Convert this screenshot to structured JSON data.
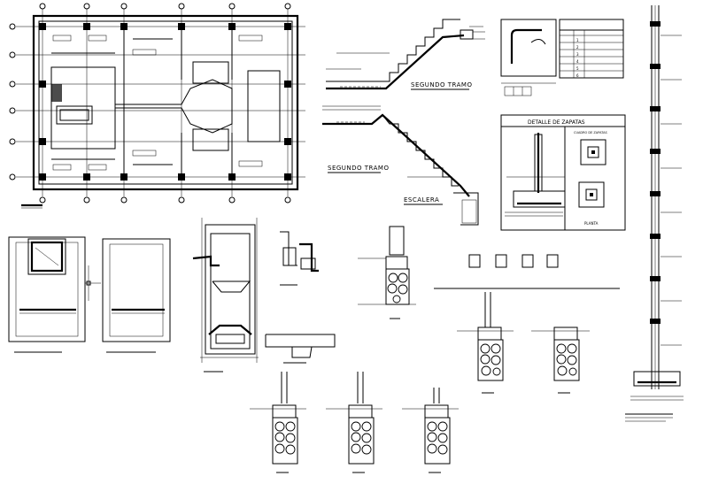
{
  "labels": {
    "segundo_tramo_top": "SEGUNDO TRAMO",
    "segundo_tramo_mid": "SEGUNDO TRAMO",
    "escalera": "ESCALERA",
    "detalle_zapatas": "DETALLE DE ZAPATAS",
    "cuadro_zapatas": "CUADRO DE ZAPATAS",
    "planta": "PLANTA"
  },
  "table_rows": [
    "1",
    "2",
    "3",
    "4",
    "5",
    "6"
  ],
  "colors": {
    "line": "#000000",
    "background": "#ffffff"
  }
}
